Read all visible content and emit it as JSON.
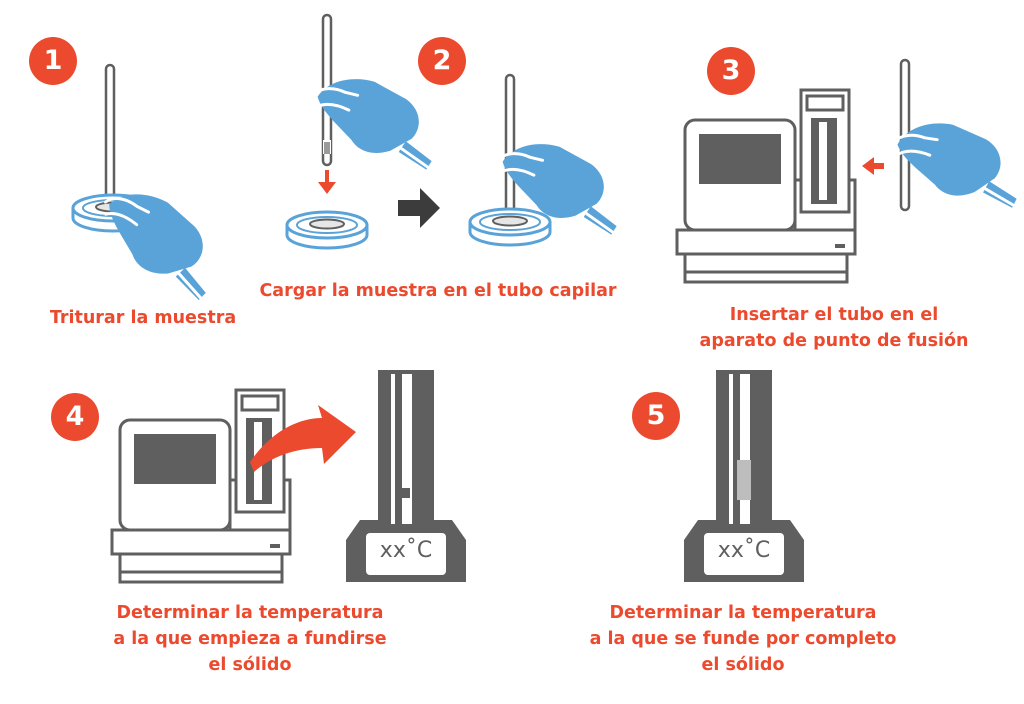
{
  "steps": [
    {
      "number": "1",
      "caption": [
        "Triturar la muestra"
      ]
    },
    {
      "number": "2",
      "caption": [
        "Cargar la muestra en el tubo capilar"
      ]
    },
    {
      "number": "3",
      "caption": [
        "Insertar el tubo en el",
        "aparato de punto de fusión"
      ]
    },
    {
      "number": "4",
      "caption": [
        "Determinar la temperatura",
        "a la que empieza a fundirse",
        "el sólido"
      ]
    },
    {
      "number": "5",
      "caption": [
        "Determinar la temperatura",
        "a la que se funde por completo",
        "el sólido"
      ]
    }
  ],
  "readouts": {
    "step4": "xx˚C",
    "step5": "xx˚C"
  },
  "colors": {
    "accent": "#ec4a2e",
    "glove": "#5aa3d8",
    "device": "#5f5f5f",
    "arrow_gray": "#3c3c3c"
  }
}
